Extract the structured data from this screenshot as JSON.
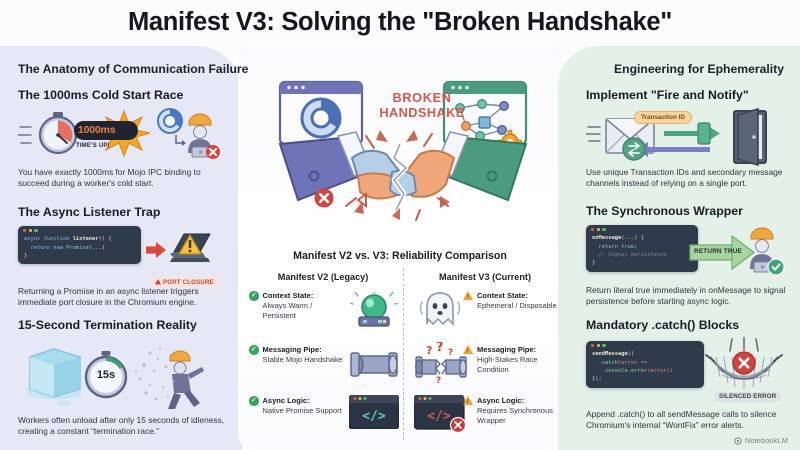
{
  "title": "Manifest V3: Solving the \"Broken Handshake\"",
  "columns": {
    "left_header": "The Anatomy of Communication Failure",
    "right_header": "Engineering for Ephemerality"
  },
  "left_sections": [
    {
      "heading": "The 1000ms Cold Start Race",
      "body": "You have exactly 1000ms for Mojo IPC binding to succeed during a worker's cold start.",
      "art_labels": {
        "timer_value": "1000ms",
        "times_up": "TIME'S UP!"
      },
      "icons": [
        "stopwatch-icon",
        "burst-icon",
        "chrome-logo-icon",
        "worker-icon",
        "error-x-icon"
      ]
    },
    {
      "heading": "The Async Listener Trap",
      "body": "Returning a Promise in an async listener triggers immediate port closure in the Chromium engine.",
      "code": [
        {
          "text": "async function ",
          "cls": "k-kw"
        },
        {
          "text": "listener",
          "cls": "k-fn"
        },
        {
          "text": "() {",
          "cls": ""
        },
        {
          "text": "\n  return new ",
          "cls": "k-kw"
        },
        {
          "text": "Promise",
          "cls": "k-teal"
        },
        {
          "text": "(...)",
          "cls": ""
        },
        {
          "text": "\n}",
          "cls": ""
        }
      ],
      "badge": "PORT CLOSURE",
      "icons": [
        "arrow-right-icon",
        "laptop-icon",
        "warning-triangle-icon"
      ]
    },
    {
      "heading": "15-Second Termination Reality",
      "body": "Workers often unload after only 15 seconds of idleness, creating a constant “termination race.”",
      "art_labels": {
        "timer_value": "15s"
      },
      "icons": [
        "ice-cube-icon",
        "stopwatch-icon",
        "disintegrating-worker-icon"
      ]
    }
  ],
  "right_sections": [
    {
      "heading": "Implement \"Fire and Notify\"",
      "body": "Use unique Transaction IDs and secondary message channels instead of relying on a single port.",
      "art_labels": {
        "chip": "Transaction ID"
      },
      "icons": [
        "envelope-icon",
        "swap-arrows-icon",
        "arrow-right-icon",
        "arrow-left-icon",
        "door-icon"
      ]
    },
    {
      "heading": "The Synchronous Wrapper",
      "body": "Return literal true immediately in onMessage to signal persistence before starting async logic.",
      "code": [
        {
          "text": "onMessage",
          "cls": "k-fn"
        },
        {
          "text": "(...) {",
          "cls": ""
        },
        {
          "text": "\n  return ",
          "cls": "k-kw"
        },
        {
          "text": "true",
          "cls": "k-teal"
        },
        {
          "text": ";",
          "cls": ""
        },
        {
          "text": "\n  // Signal persistence",
          "cls": "k-cm"
        },
        {
          "text": "\n}",
          "cls": ""
        }
      ],
      "arrow_label": "RETURN TRUE",
      "icons": [
        "arrow-right-icon",
        "worker-icon",
        "success-check-icon"
      ]
    },
    {
      "heading": "Mandatory .catch() Blocks",
      "body": "Append .catch() to all sendMessage calls to silence Chromium's internal “WontFix” error alerts.",
      "code": [
        {
          "text": "sendMessage",
          "cls": "k-fn"
        },
        {
          "text": "()",
          "cls": ""
        },
        {
          "text": "\n  .catch",
          "cls": "k-teal"
        },
        {
          "text": "(error => ",
          "cls": "k-red"
        },
        {
          "text": "\n    console.error",
          "cls": "k-str"
        },
        {
          "text": "(error))",
          "cls": "k-red"
        },
        {
          "text": "\n});",
          "cls": ""
        }
      ],
      "badge": "SILENCED ERROR",
      "icons": [
        "safety-net-icon",
        "error-x-icon"
      ]
    }
  ],
  "center": {
    "hero_label_line1": "BROKEN",
    "hero_label_line2": "HANDSHAKE",
    "hero_icons": [
      "browser-window-icon",
      "chrome-logo-icon",
      "node-graph-icon",
      "gear-icon",
      "broken-handshake-icon",
      "error-x-icon"
    ],
    "comparison_title": "Manifest V2 vs. V3: Reliability Comparison",
    "col_v2": "Manifest V2 (Legacy)",
    "col_v3": "Manifest V3 (Current)",
    "rows": [
      {
        "v2_label": "Context State:",
        "v2_value": "Always Warm / Persistent",
        "v2_status": "check",
        "v2_icon": "green-server-light-icon",
        "v3_label": "Context State:",
        "v3_value": "Ephemeral / Disposable",
        "v3_status": "warn",
        "v3_icon": "ghost-icon"
      },
      {
        "v2_label": "Messaging Pipe:",
        "v2_value": "Stable Mojo Handshake",
        "v2_status": "check",
        "v2_icon": "pipe-icon",
        "v3_label": "Messaging Pipe:",
        "v3_value": "High-Stakes Race Condition",
        "v3_status": "warn",
        "v3_icon": "broken-pipe-icon"
      },
      {
        "v2_label": "Async Logic:",
        "v2_value": "Native Promise Support",
        "v2_status": "check",
        "v2_icon": "code-window-icon",
        "v3_label": "Async Logic:",
        "v3_value": "Requires Synchronous Wrapper",
        "v3_status": "warn",
        "v3_icon": "code-window-error-icon"
      }
    ]
  },
  "watermark": "NotebookLM",
  "colors": {
    "panel_left_bg": "#e7e8f6",
    "panel_right_bg": "#e3f1e9",
    "accent_red": "#d2594f",
    "accent_green": "#36a35f",
    "accent_amber": "#f0a32e",
    "code_bg": "#2f3b4a",
    "purple": "#6366a8",
    "teal": "#4fa585"
  }
}
